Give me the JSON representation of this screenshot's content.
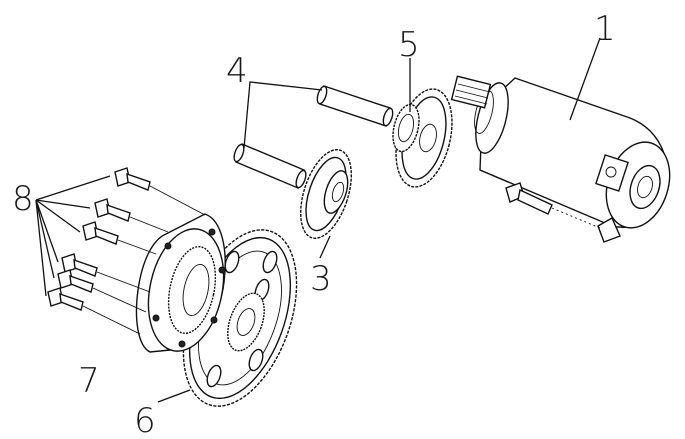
{
  "labels": {
    "l1": "1",
    "l3": "3",
    "l4": "4",
    "l5": "5",
    "l6": "6",
    "l7": "7",
    "l8": "8"
  }
}
